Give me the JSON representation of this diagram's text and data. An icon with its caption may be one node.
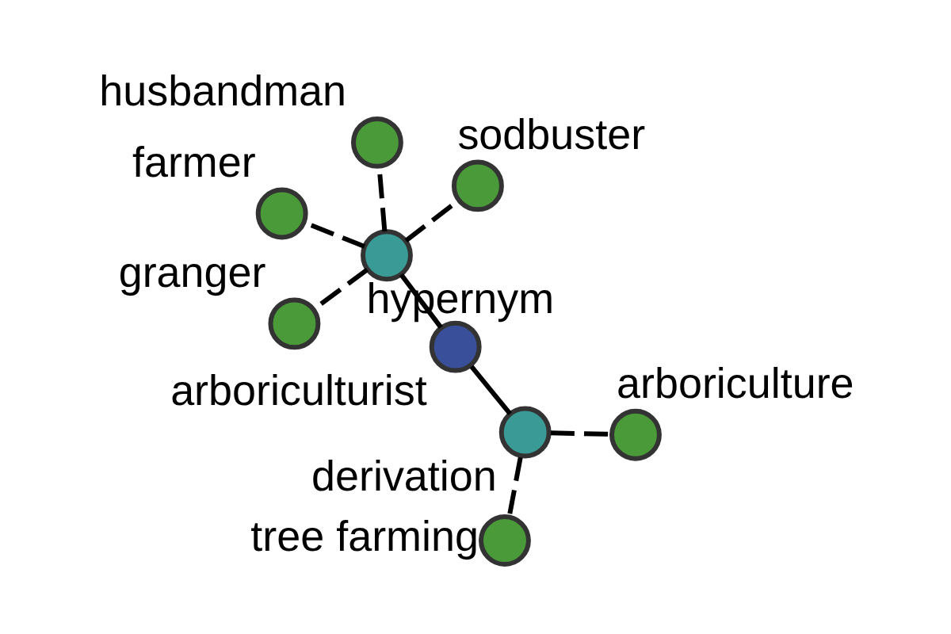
{
  "diagram": {
    "nodes": [
      {
        "text": [
          "arboriculturist"
        ]
      },
      {
        "text": [
          "hypernym"
        ]
      },
      {
        "text": [
          "derivation"
        ]
      },
      {
        "text": [
          "husbandman"
        ]
      },
      {
        "text": [
          "sodbuster"
        ]
      },
      {
        "text": [
          "farmer"
        ]
      },
      {
        "text": [
          "granger"
        ]
      },
      {
        "text": [
          "tree farming"
        ]
      },
      {
        "text": [
          "arboriculture"
        ]
      }
    ],
    "edges": [
      {
        "from": 0,
        "to": 1,
        "arrow": "none"
      },
      {
        "from": 0,
        "to": 2,
        "arrow": "none"
      },
      {
        "from": 1,
        "to": 3,
        "arrow": "none",
        "style": "dashed"
      },
      {
        "from": 1,
        "to": 4,
        "arrow": "none",
        "style": "dashed"
      },
      {
        "from": 1,
        "to": 5,
        "arrow": "none",
        "style": "dashed"
      },
      {
        "from": 1,
        "to": 6,
        "arrow": "none",
        "style": "dashed"
      },
      {
        "from": 2,
        "to": 7,
        "arrow": "none",
        "style": "dashed"
      },
      {
        "from": 2,
        "to": 8,
        "arrow": "none",
        "style": "dashed"
      }
    ]
  }
}
